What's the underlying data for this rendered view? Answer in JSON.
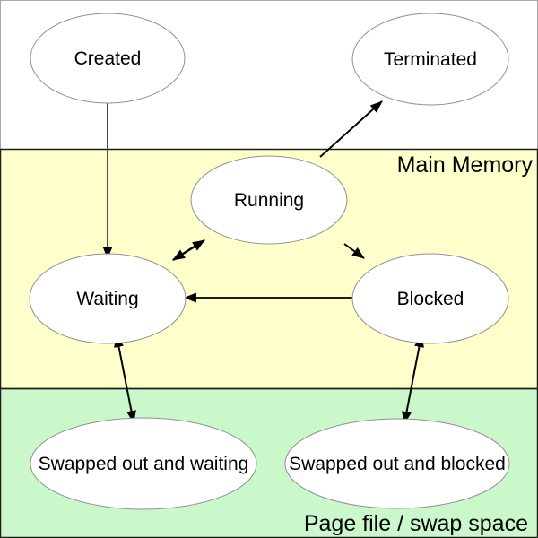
{
  "diagram": {
    "type": "state-diagram",
    "subject": "Process states in main memory and swap space",
    "regions": {
      "top": {
        "label": "",
        "bg": "#ffffff"
      },
      "main_memory": {
        "label": "Main Memory",
        "bg": "#ffffcc"
      },
      "swap": {
        "label": "Page file / swap space",
        "bg": "#cbf8cb"
      }
    },
    "nodes": {
      "created": {
        "label": "Created"
      },
      "terminated": {
        "label": "Terminated"
      },
      "running": {
        "label": "Running"
      },
      "waiting": {
        "label": "Waiting"
      },
      "blocked": {
        "label": "Blocked"
      },
      "swapped_waiting": {
        "label": "Swapped out and waiting"
      },
      "swapped_blocked": {
        "label": "Swapped out and blocked"
      }
    },
    "edges": [
      {
        "from": "created",
        "to": "waiting",
        "direction": "one-way"
      },
      {
        "from": "running",
        "to": "terminated",
        "direction": "one-way"
      },
      {
        "from": "waiting",
        "to": "running",
        "direction": "two-way"
      },
      {
        "from": "running",
        "to": "blocked",
        "direction": "one-way"
      },
      {
        "from": "blocked",
        "to": "waiting",
        "direction": "one-way"
      },
      {
        "from": "waiting",
        "to": "swapped_waiting",
        "direction": "two-way"
      },
      {
        "from": "blocked",
        "to": "swapped_blocked",
        "direction": "two-way"
      }
    ],
    "colors": {
      "top_bg": "#ffffff",
      "main_memory_bg": "#ffffcc",
      "swap_bg": "#cbf8cb",
      "node_fill": "#ffffff",
      "node_stroke": "#909090",
      "top_border": "#a8a8a8",
      "region_border": "#1f1f1f",
      "arrow": "#000000",
      "created_line": "#4d4d4d"
    }
  }
}
